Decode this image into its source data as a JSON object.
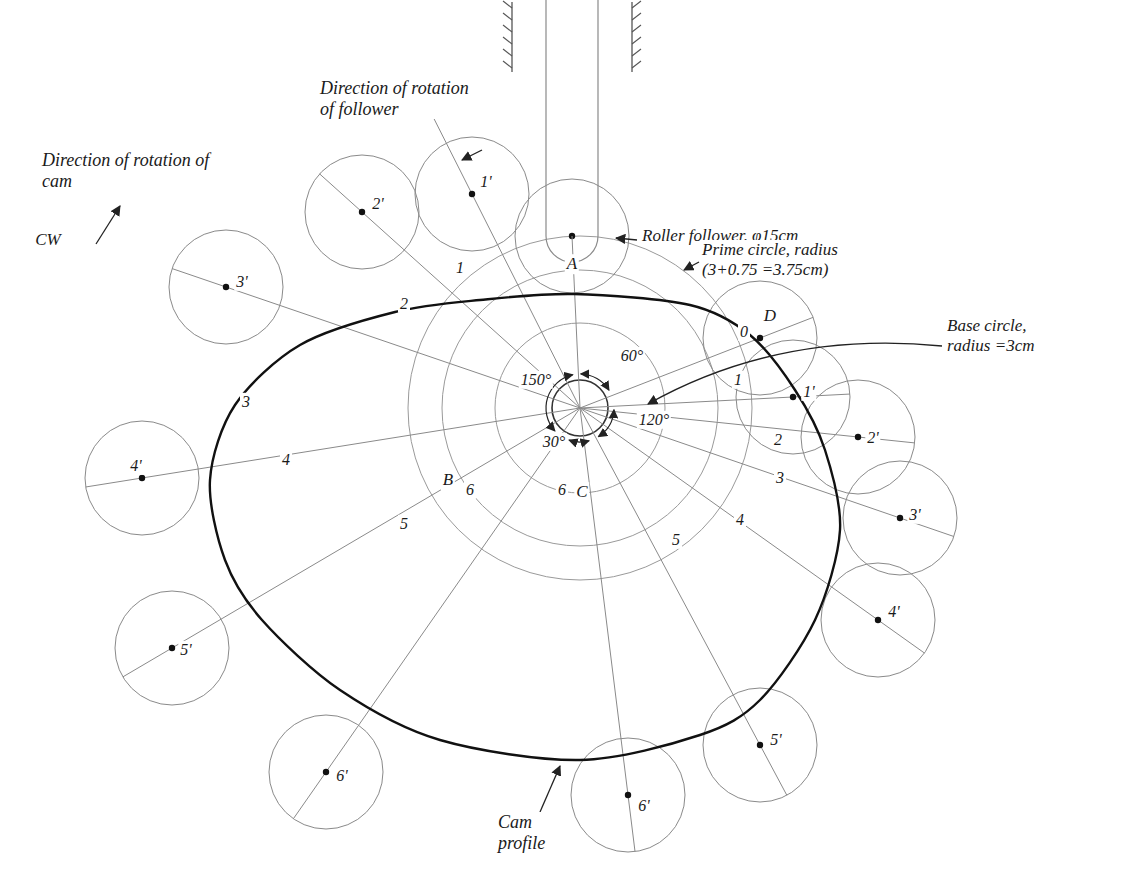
{
  "diagram": {
    "labels": [
      "Direction of rotation of follower",
      "Direction of rotation of cam",
      "CW",
      "Roller follower, φ15cm",
      "Prime circle, radius (3+0.75 =3.75cm)",
      "A",
      "60°",
      "150°",
      "1'",
      "1",
      "2'",
      "2",
      "D",
      "0",
      "Base circle, radius =3cm",
      "3'",
      "3",
      "1",
      "1'",
      "120°",
      "2",
      "2'",
      "4'",
      "4",
      "30°",
      "3",
      "3'",
      "B",
      "6",
      "6",
      "C",
      "5",
      "4",
      "5",
      "4'",
      "5'",
      "5'",
      "6'",
      "Cam profile",
      "6'"
    ]
  }
}
